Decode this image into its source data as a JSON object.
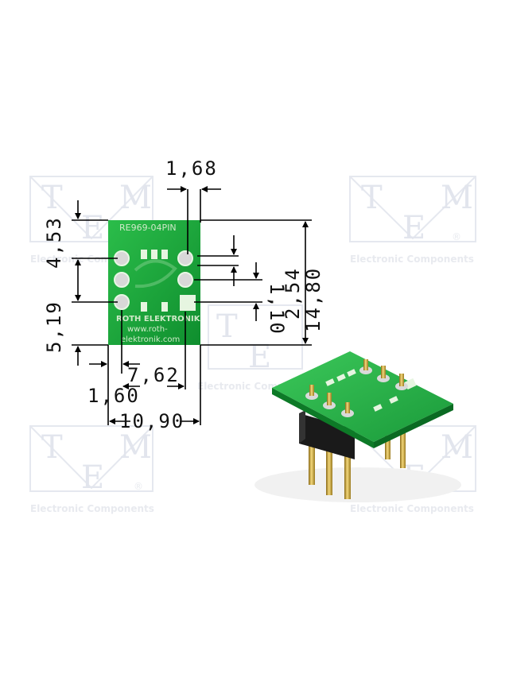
{
  "watermark": {
    "letters": [
      "T",
      "M",
      "E"
    ],
    "caption": "Electronic Components",
    "registered": "®"
  },
  "board": {
    "part_number": "RE969-04PIN",
    "brand": "ROTH ELEKTRONIK",
    "url_line1": "www.roth-",
    "url_line2": "elektronik.com"
  },
  "dimensions": {
    "pin_width": "1,68",
    "top_offset": "4,53",
    "pad_spacing": "1,10",
    "pin_pitch": "2,54",
    "board_height": "14,80",
    "bottom_offset": "5,19",
    "row_spacing": "7,62",
    "edge_offset": "1,60",
    "board_width": "10,90"
  },
  "colors": {
    "pcb_green": "#17a63a",
    "silkscreen": "#e6f5e0",
    "pad": "#c9c9c9",
    "pin_gold": "#c8a236",
    "header_black": "#1a1a1a",
    "line": "#000000"
  }
}
